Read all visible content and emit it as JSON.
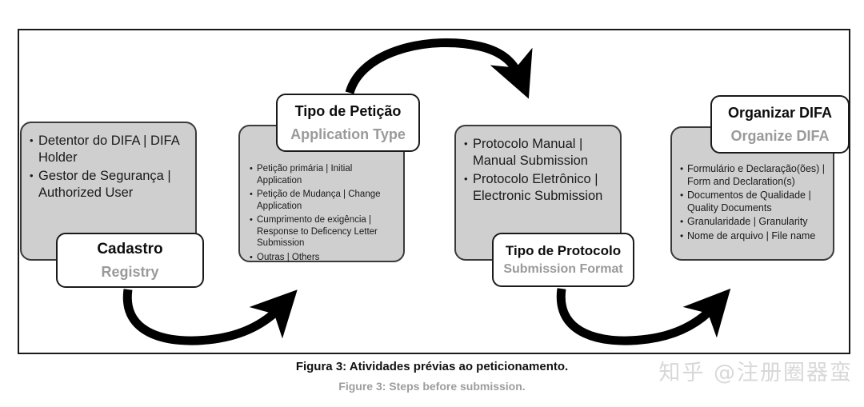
{
  "figure": {
    "caption_pt": "Figura 3: Atividades prévias ao peticionamento.",
    "caption_en": "Figure 3: Steps before submission.",
    "watermark": "知乎 @注册圈器蛮"
  },
  "colors": {
    "panel_fill": "#cfcfcf",
    "panel_border": "#3a3a3a",
    "card_fill": "#ffffff",
    "card_border": "#1a1a1a",
    "title_pt": "#0d0d0d",
    "title_en": "#9a9a9a",
    "arrow": "#000000",
    "frame": "#1a1a1a",
    "watermark": "#d8d8d8"
  },
  "steps": [
    {
      "id": "registry",
      "title_pt": "Cadastro",
      "title_en": "Registry",
      "items": [
        "Detentor do DIFA | DIFA Holder",
        "Gestor de Segurança | Authorized User"
      ]
    },
    {
      "id": "application-type",
      "title_pt": "Tipo de Petição",
      "title_en": "Application Type",
      "items": [
        "Petição primária | Initial Application",
        "Petição de Mudança | Change Application",
        "Cumprimento de exigência | Response to Deficency Letter Submission",
        "Outras | Others"
      ]
    },
    {
      "id": "submission-format",
      "title_pt": "Tipo de Protocolo",
      "title_en": "Submission Format",
      "items": [
        "Protocolo Manual | Manual Submission",
        "Protocolo Eletrônico | Electronic Submission"
      ]
    },
    {
      "id": "organize-difa",
      "title_pt": "Organizar DIFA",
      "title_en": "Organize DIFA",
      "items": [
        "Formulário e Declaração(ões) | Form and Declaration(s)",
        "Documentos de Qualidade | Quality Documents",
        "Granularidade | Granularity",
        "Nome de arquivo | File name"
      ]
    }
  ],
  "arrows": [
    {
      "id": "registry-to-application-type",
      "shape": "u-curve-right"
    },
    {
      "id": "application-type-to-submission-format",
      "shape": "arch-right"
    },
    {
      "id": "submission-format-to-organize-difa",
      "shape": "u-curve-right"
    }
  ]
}
